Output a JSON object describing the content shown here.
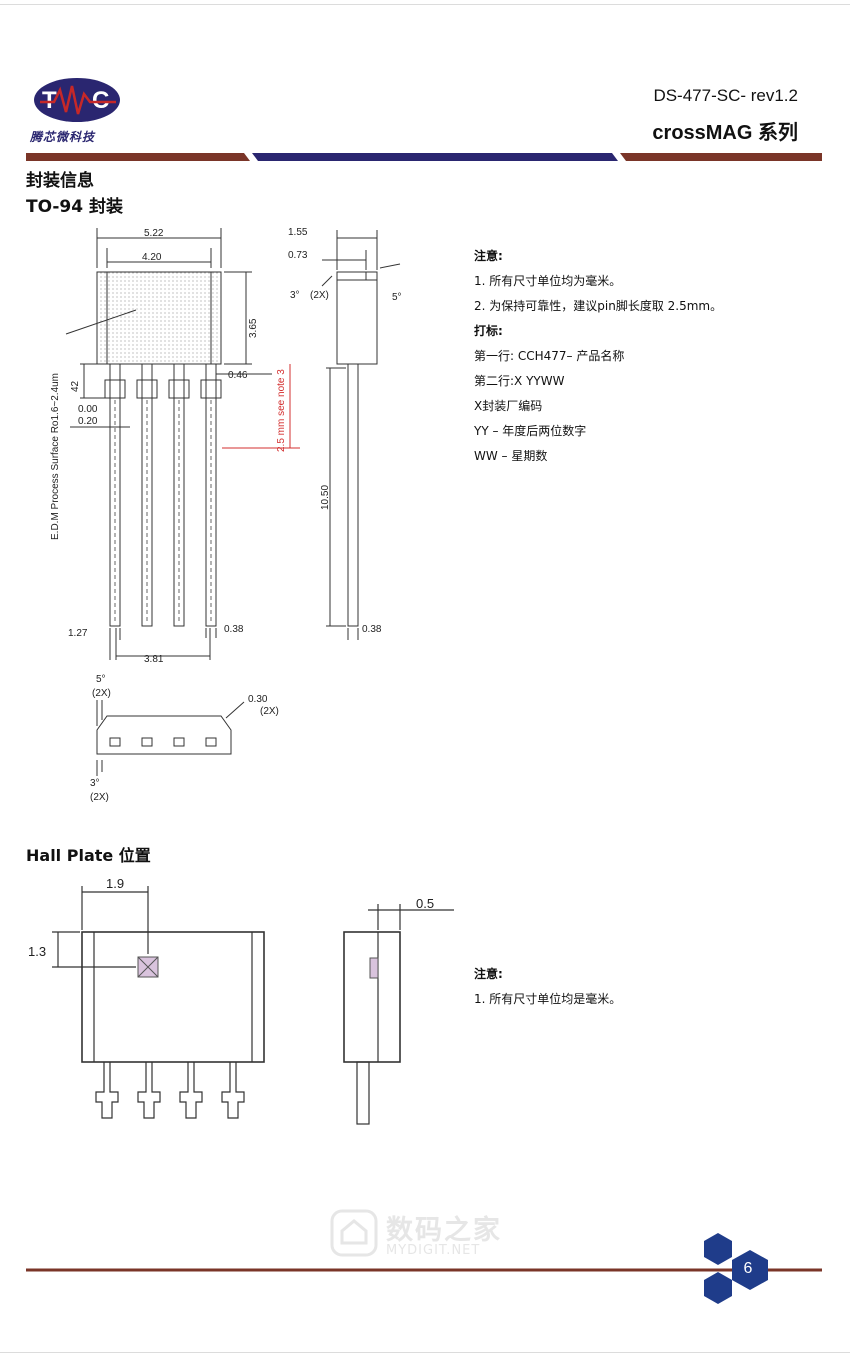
{
  "header": {
    "logo_text": "腾芯微科技",
    "doc_id": "DS-477-SC- rev1.2",
    "series": "crossMAG  系列"
  },
  "section_package_info": "封装信息",
  "section_to94": "TO-94  封装",
  "section_hall": "Hall Plate  位置",
  "drawing_labels": {
    "w_outer": "5.22",
    "w_inner": "4.20",
    "h_body": "3.65",
    "side_w": "1.55",
    "side_t": "0.73",
    "angle_side": "3°",
    "angle_side2": "(2X)",
    "angle_right": "5°",
    "edm": "E.D.M Process Surface Ro1.6~2.4um",
    "lead_h": "42",
    "lead_w": "0.46",
    "note3": "2.5 mm see note 3",
    "d000": "0.00",
    "d020": "0.20",
    "lead_len": "10.50",
    "pitch": "1.27",
    "lead_t1": "0.38",
    "span": "3.81",
    "lead_t2": "0.38",
    "b_angle1": "5°",
    "b_angle1b": "(2X)",
    "b_r": "0.30",
    "b_rb": "(2X)",
    "b_angle2": "3°",
    "b_angle2b": "(2X)",
    "hall_x": "1.9",
    "hall_y": "1.3",
    "hall_depth": "0.5"
  },
  "notes": {
    "title": "注意:",
    "items": [
      "1. 所有尺寸单位均为毫米。",
      "2. 为保持可靠性，建议pin脚长度取  2.5mm。"
    ],
    "marking_title": "打标:",
    "marking": [
      "第一行: CCH477–  产品名称",
      "第二行:X YYWW",
      "X封装厂编码",
      "YY –  年度后两位数字",
      "WW –  星期数"
    ]
  },
  "notes2": {
    "title": "注意:",
    "item": "1.        所有尺寸单位均是毫米。"
  },
  "watermark": {
    "cn": "数码之家",
    "en": "MYDIGIT.NET"
  },
  "page_number": "6",
  "colors": {
    "brand_navy": "#2a2670",
    "rule_brown": "#7a3528",
    "hall_pink": "#d9c3dd"
  }
}
